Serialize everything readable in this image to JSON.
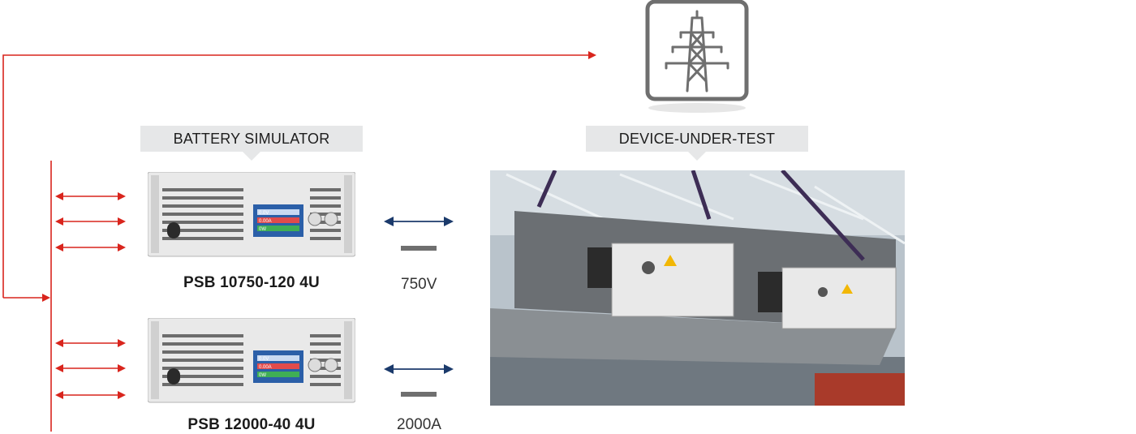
{
  "headers": {
    "battery_simulator": "BATTERY SIMULATOR",
    "device_under_test": "DEVICE-UNDER-TEST"
  },
  "devices": [
    {
      "model": "PSB 10750-120 4U",
      "display_lines": [
        "0.0V",
        "0.00A",
        "0W"
      ]
    },
    {
      "model": "PSB 12000-40 4U",
      "display_lines": [
        "0.0V",
        "0.00A",
        "0W"
      ]
    }
  ],
  "ratings": {
    "voltage": "750V",
    "current": "2000A"
  },
  "icons": {
    "grid": "power-pylon-icon"
  },
  "colors": {
    "red_line": "#d9251d",
    "blue_arrow": "#1b3a6b",
    "header_bg": "#e6e7e8",
    "icon_grey": "#6f6f6f"
  }
}
